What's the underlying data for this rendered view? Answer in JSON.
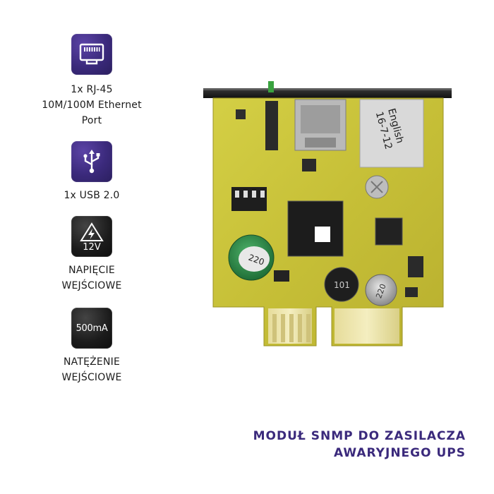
{
  "features": [
    {
      "icon": "ethernet-port-icon",
      "badge_color": "#3b2a7c",
      "lines": [
        "1x RJ-45",
        "10M/100M Ethernet",
        "Port"
      ]
    },
    {
      "icon": "usb-icon",
      "badge_color": "#3b2a7c",
      "lines": [
        "1x USB 2.0"
      ]
    },
    {
      "icon": "high-voltage-icon",
      "badge_color": "#1b1b1b",
      "badge_text": "12V",
      "lines": [
        "NAPIĘCIE",
        "WEJŚCIOWE"
      ]
    },
    {
      "icon": "current-badge-icon",
      "badge_color": "#1b1b1b",
      "badge_text": "500mA",
      "lines": [
        "NATĘŻENIE",
        "WEJŚCIOWE"
      ]
    }
  ],
  "product": {
    "sticker_lines": [
      "English",
      "16-7-12"
    ],
    "inductor_label": "101",
    "capacitor_large_label": "220",
    "capacitor_small_label": "220"
  },
  "caption": {
    "line1": "MODUŁ SNMP DO ZASILACZA",
    "line2": "AWARYJNEGO UPS"
  },
  "colors": {
    "accent": "#3b2a7c",
    "pcb": "#c8c23a",
    "background": "#ffffff"
  }
}
